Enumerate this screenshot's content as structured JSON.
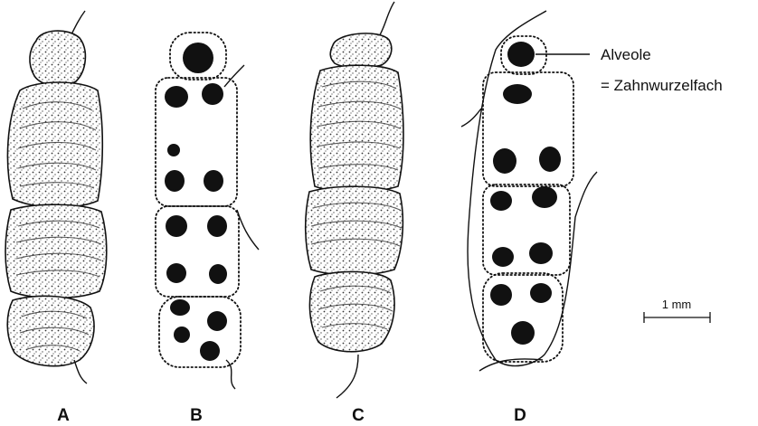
{
  "figure": {
    "panels": [
      {
        "label": "A",
        "content": "tooth-crowns"
      },
      {
        "label": "B",
        "content": "alveoli"
      },
      {
        "label": "C",
        "content": "tooth-crowns"
      },
      {
        "label": "D",
        "content": "alveoli"
      }
    ],
    "annotation": {
      "line1": "Alveole",
      "line2": "= Zahnwurzelfach"
    },
    "scale_bar": {
      "label": "1 mm"
    },
    "colors": {
      "ink": "#111111",
      "background": "#ffffff"
    }
  }
}
